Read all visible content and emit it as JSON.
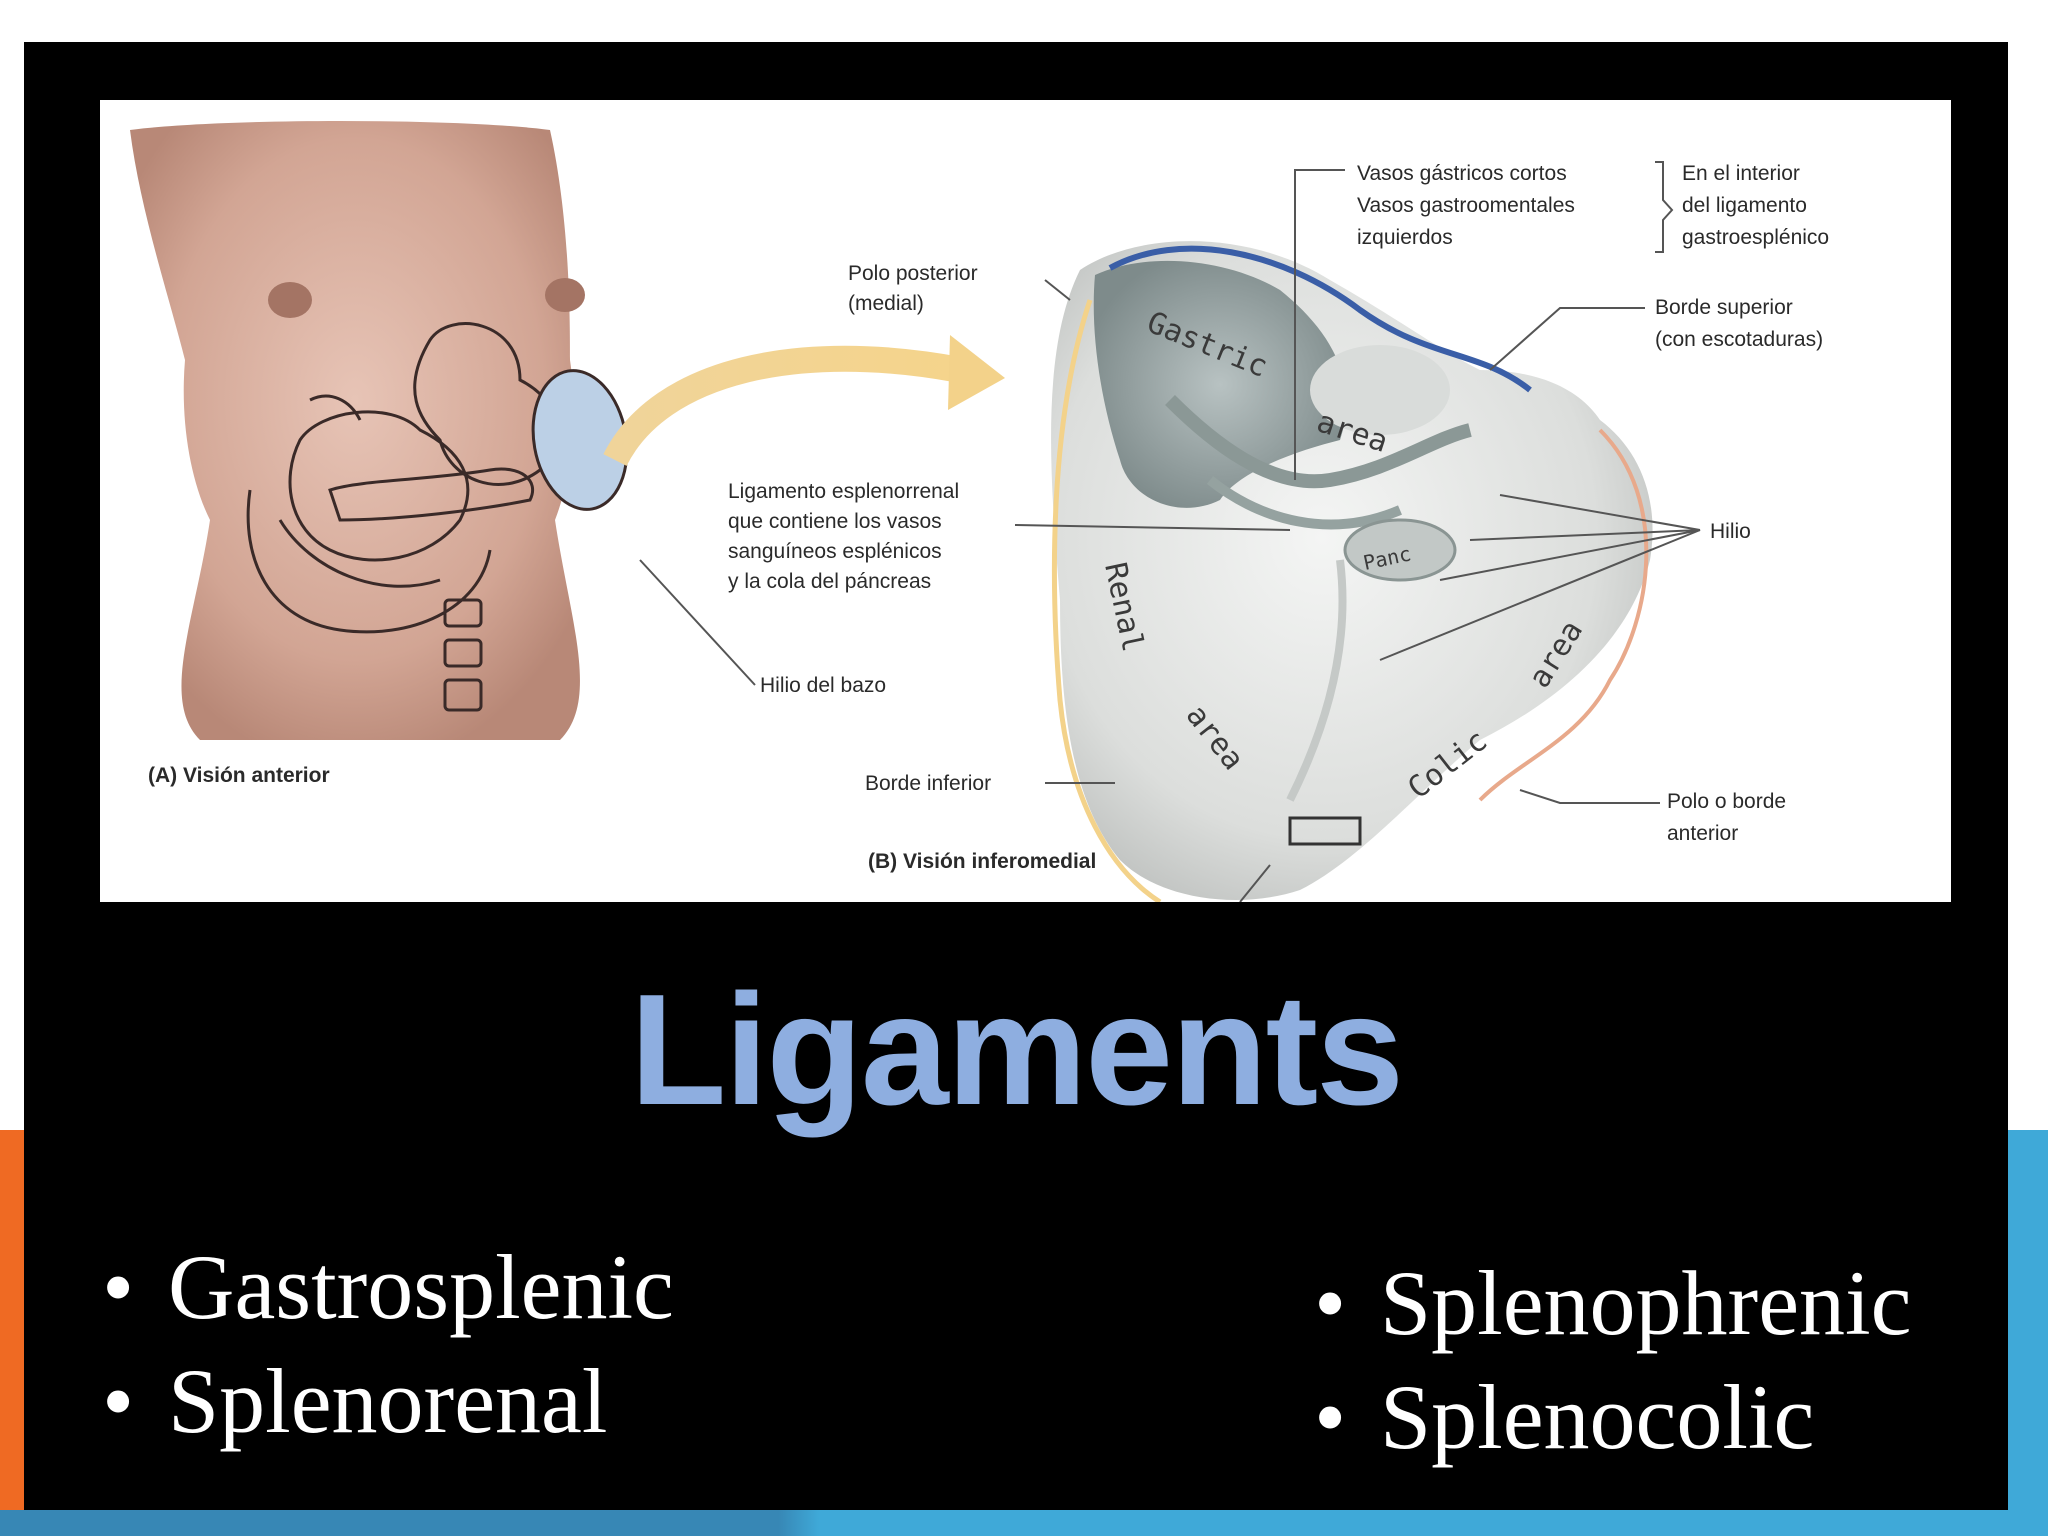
{
  "theme": {
    "accent_orange": "#ef6a23",
    "accent_blue": "#3fa9d8",
    "accent_blue_dark": "#3787b5",
    "slide_bg": "#000000",
    "title_color": "#8eaee0",
    "text_color": "#ffffff"
  },
  "slide": {
    "title": "Ligaments",
    "bullets_left": [
      "Gastrosplenic",
      "Splenorenal"
    ],
    "bullets_right": [
      "Splenophrenic",
      "Splenocolic"
    ]
  },
  "figure": {
    "panel_a_caption": "(A) Visión anterior",
    "panel_b_caption": "(B) Visión inferomedial",
    "labels": {
      "vasos_line1": "Vasos gástricos cortos",
      "vasos_line2": "Vasos gastroomentales",
      "vasos_line3": "izquierdos",
      "interior_line1": "En el interior",
      "interior_line2": "del ligamento",
      "interior_line3": "gastroesplénico",
      "polo_posterior_line1": "Polo posterior",
      "polo_posterior_line2": "(medial)",
      "borde_superior_line1": "Borde superior",
      "borde_superior_line2": "(con escotaduras)",
      "ligamento_line1": "Ligamento esplenorrenal",
      "ligamento_line2": "que contiene los vasos",
      "ligamento_line3": "sanguíneos esplénicos",
      "ligamento_line4": "y la cola del páncreas",
      "hilio": "Hilio",
      "hilio_bazo": "Hilio del bazo",
      "borde_inferior": "Borde inferior",
      "polo_anterior_line1": "Polo o borde",
      "polo_anterior_line2": "anterior",
      "gastric": "Gastric",
      "area1": "area",
      "renal": "Renal",
      "area2": "area",
      "colic": "Colic",
      "area3": "area",
      "panc": "Panc"
    }
  }
}
